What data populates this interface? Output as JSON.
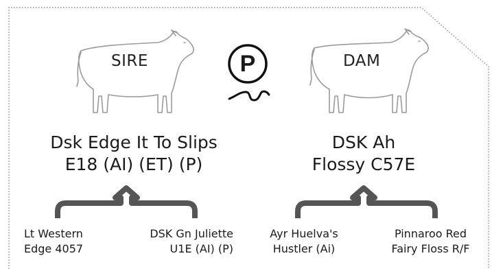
{
  "sire": {
    "label": "SIRE",
    "name_line1": "Dsk Edge It To Slips",
    "name_line2": "E18 (AI) (ET) (P)",
    "parents": [
      {
        "line1": "Lt Western",
        "line2": "Edge 4057"
      },
      {
        "line1": "DSK Gn Juliette",
        "line2": "U1E (AI) (P)"
      }
    ]
  },
  "dam": {
    "label": "DAM",
    "name_line1": "DSK Ah",
    "name_line2": "Flossy C57E",
    "parents": [
      {
        "line1": "Ayr Huelva's",
        "line2": "Hustler (Ai)"
      },
      {
        "line1": "Pinnaroo Red",
        "line2": "Fairy Floss R/F"
      }
    ]
  },
  "polled_symbol": "P",
  "colors": {
    "bracket": "#555555",
    "outline": "#9a9a9a",
    "border": "#8a8a8a",
    "text": "#1a1a1a"
  }
}
